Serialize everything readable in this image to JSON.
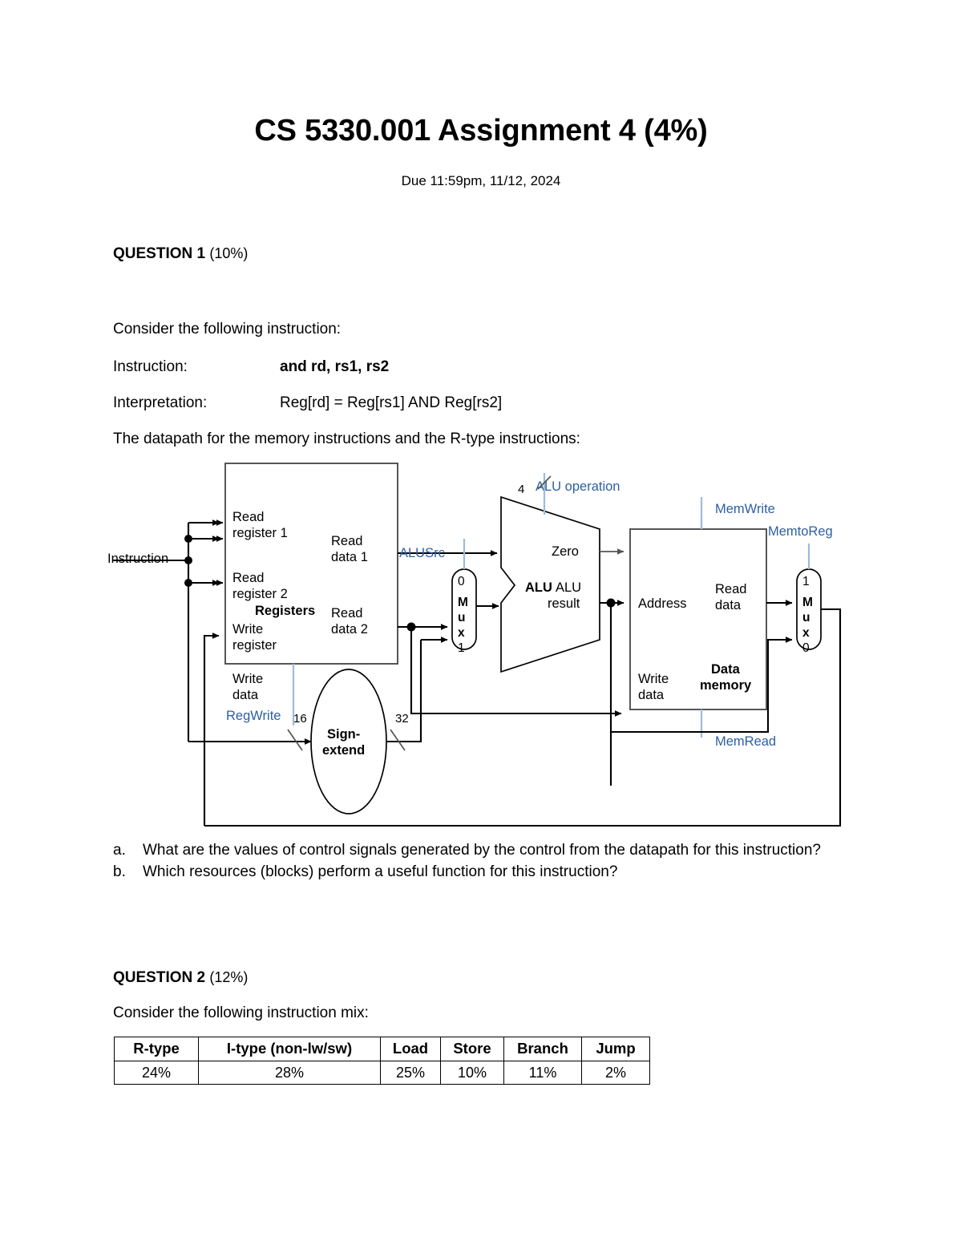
{
  "document": {
    "title": "CS 5330.001 Assignment 4 (4%)",
    "subtitle": "Due 11:59pm, 11/12, 2024"
  },
  "question1": {
    "label": "QUESTION 1",
    "weight": "(10%)",
    "intro": "Consider the following instruction:",
    "instruction_key": "Instruction:",
    "instruction_value": "and rd, rs1, rs2",
    "interpretation_key": "Interpretation:",
    "interpretation_value": "Reg[rd] = Reg[rs1] AND Reg[rs2]",
    "datapath_caption": "The datapath for the memory instructions and the R-type instructions:",
    "subitems": [
      {
        "marker": "a.",
        "text": "What are the values of control signals generated by the control from the datapath for this instruction?"
      },
      {
        "marker": "b.",
        "text": "Which resources (blocks) perform a useful function for this instruction?"
      }
    ]
  },
  "diagram": {
    "instruction_label": "Instruction",
    "registers": {
      "title": "Registers",
      "read_register_1": "Read\nregister 1",
      "read_register_1_l1": "Read",
      "read_register_1_l2": "register 1",
      "read_register_2_l1": "Read",
      "read_register_2_l2": "register 2",
      "write_register_l1": "Write",
      "write_register_l2": "register",
      "write_data_l1": "Write",
      "write_data_l2": "data",
      "read_data_1_l1": "Read",
      "read_data_1_l2": "data 1",
      "read_data_2_l1": "Read",
      "read_data_2_l2": "data 2"
    },
    "alu": {
      "name": "ALU",
      "zero": "Zero",
      "result_l1": "ALU",
      "result_l2": "result",
      "operation_width": "4",
      "operation_label": "ALU operation"
    },
    "alusrc_mux": {
      "label": "ALUSrc",
      "top_input": "0",
      "bottom_input": "1",
      "m": "M",
      "u": "u",
      "x": "x"
    },
    "memtoreg_mux": {
      "label": "MemtoReg",
      "top_input": "1",
      "bottom_input": "0",
      "m": "M",
      "u": "u",
      "x": "x"
    },
    "data_memory": {
      "title_l1": "Data",
      "title_l2": "memory",
      "address": "Address",
      "write_data_l1": "Write",
      "write_data_l2": "data",
      "read_data_l1": "Read",
      "read_data_l2": "data"
    },
    "sign_extend": {
      "title_l1": "Sign-",
      "title_l2": "extend",
      "in_width": "16",
      "out_width": "32"
    },
    "control_signals": {
      "regwrite": "RegWrite",
      "memwrite": "MemWrite",
      "memread": "MemRead"
    },
    "colors": {
      "control_text": "#2e5fa3",
      "control_line": "#9dbbdd",
      "wire": "#000000"
    }
  },
  "question2": {
    "label": "QUESTION 2",
    "weight": "(12%)",
    "intro": "Consider the following instruction mix:",
    "table": {
      "headers": [
        "R-type",
        "I-type (non-lw/sw)",
        "Load",
        "Store",
        "Branch",
        "Jump"
      ],
      "rows": [
        [
          "24%",
          "28%",
          "25%",
          "10%",
          "11%",
          "2%"
        ]
      ]
    }
  }
}
